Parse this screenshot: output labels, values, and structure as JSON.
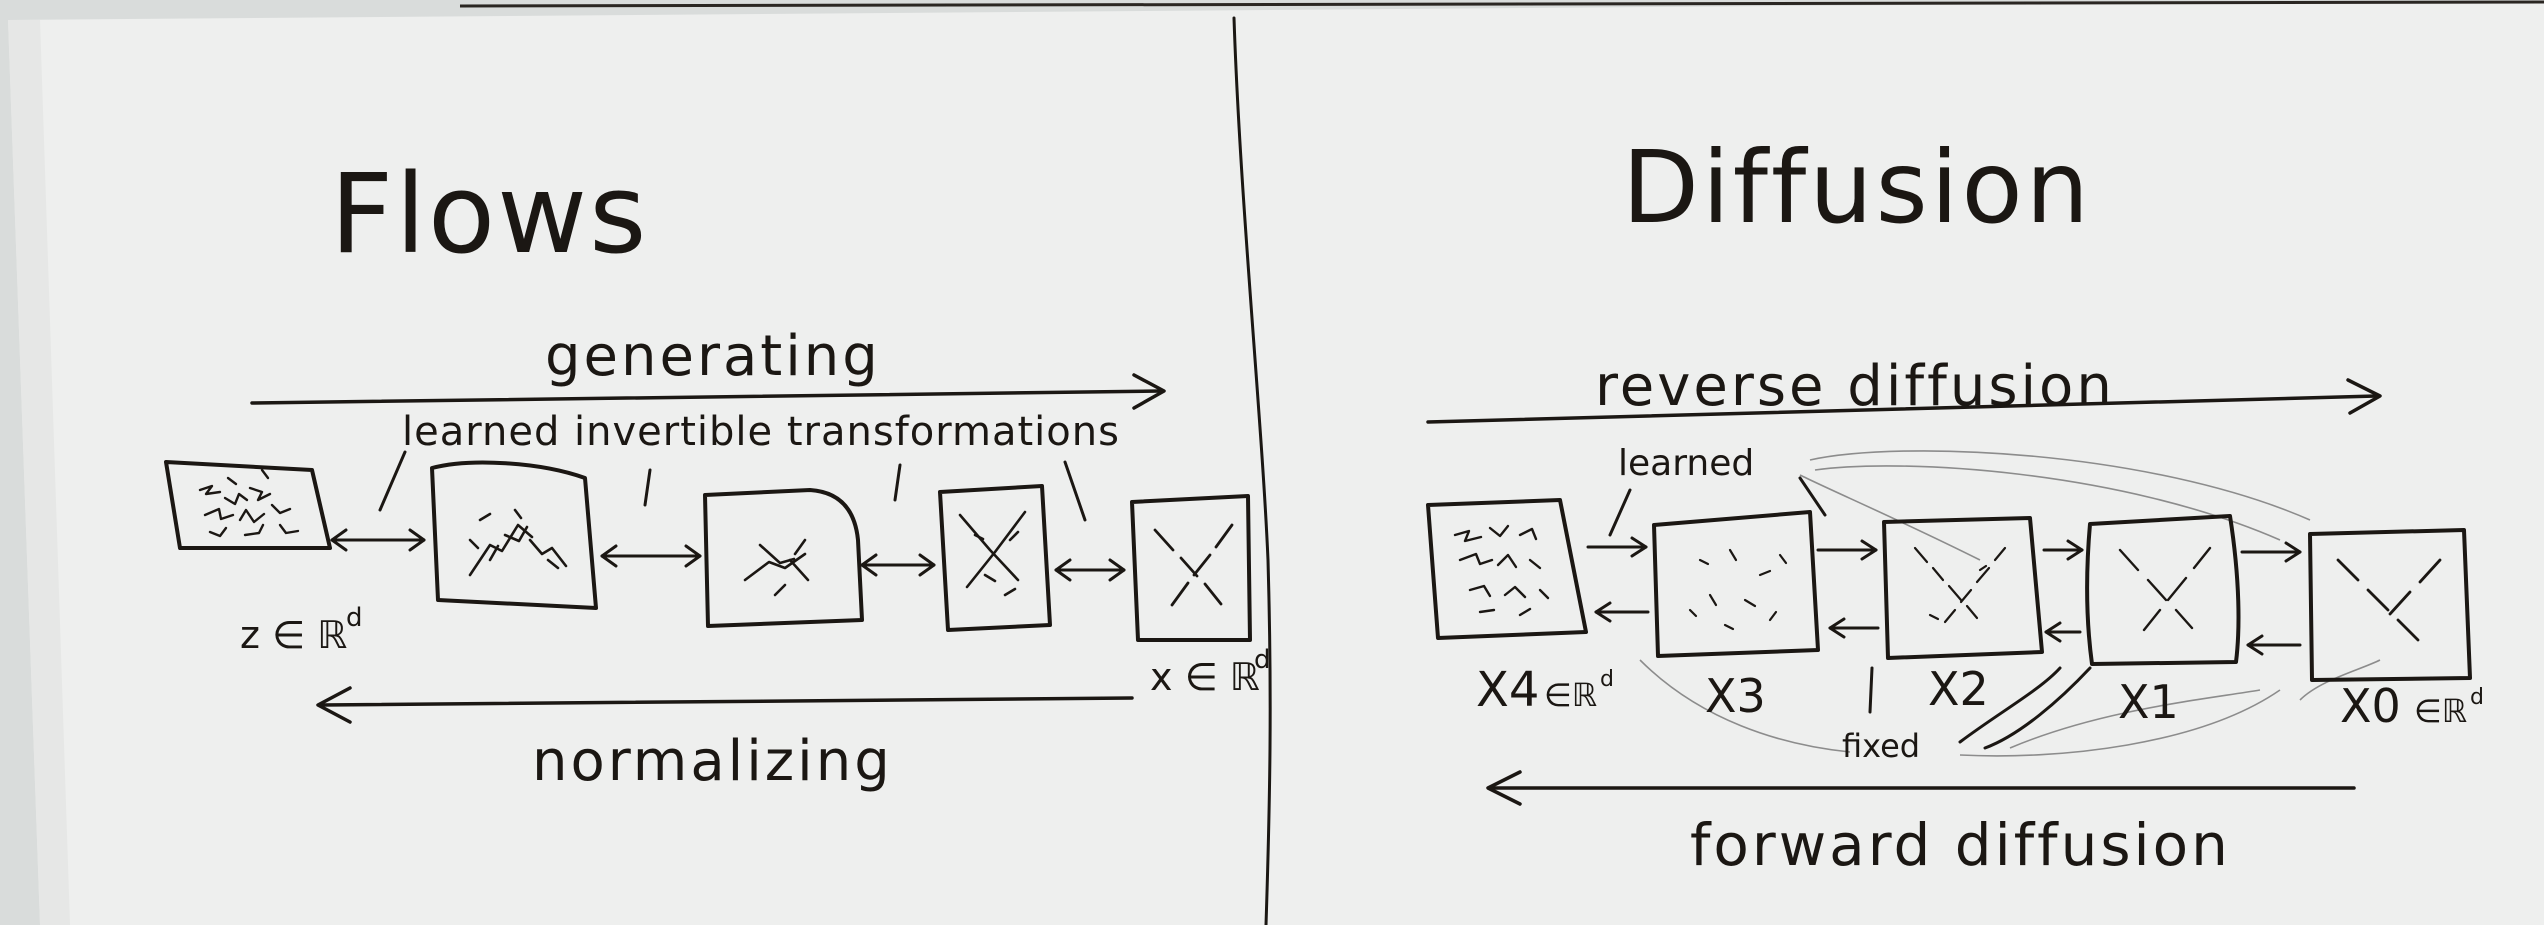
{
  "colors": {
    "paper": "#eeefee",
    "ink": "#1b1713",
    "background": "#d9dcdb"
  },
  "flows": {
    "title": "Flows",
    "top_arrow_label": "generating",
    "bottom_arrow_label": "normalizing",
    "transform_label": "learned invertible transformations",
    "z_label": "z ∈ ℝ",
    "z_sup": "d",
    "x_label": "x ∈ ℝ",
    "x_sup": "d"
  },
  "diffusion": {
    "title": "Diffusion",
    "top_arrow_label": "reverse diffusion",
    "bottom_arrow_label": "forward diffusion",
    "learned_label": "learned",
    "fixed_label": "fixed",
    "nodes": [
      {
        "label": "X4",
        "suffix": "∈ℝ",
        "sup": "d"
      },
      {
        "label": "X3"
      },
      {
        "label": "X2"
      },
      {
        "label": "X1"
      },
      {
        "label": "X0",
        "suffix": "∈ℝ",
        "sup": "d"
      }
    ]
  }
}
